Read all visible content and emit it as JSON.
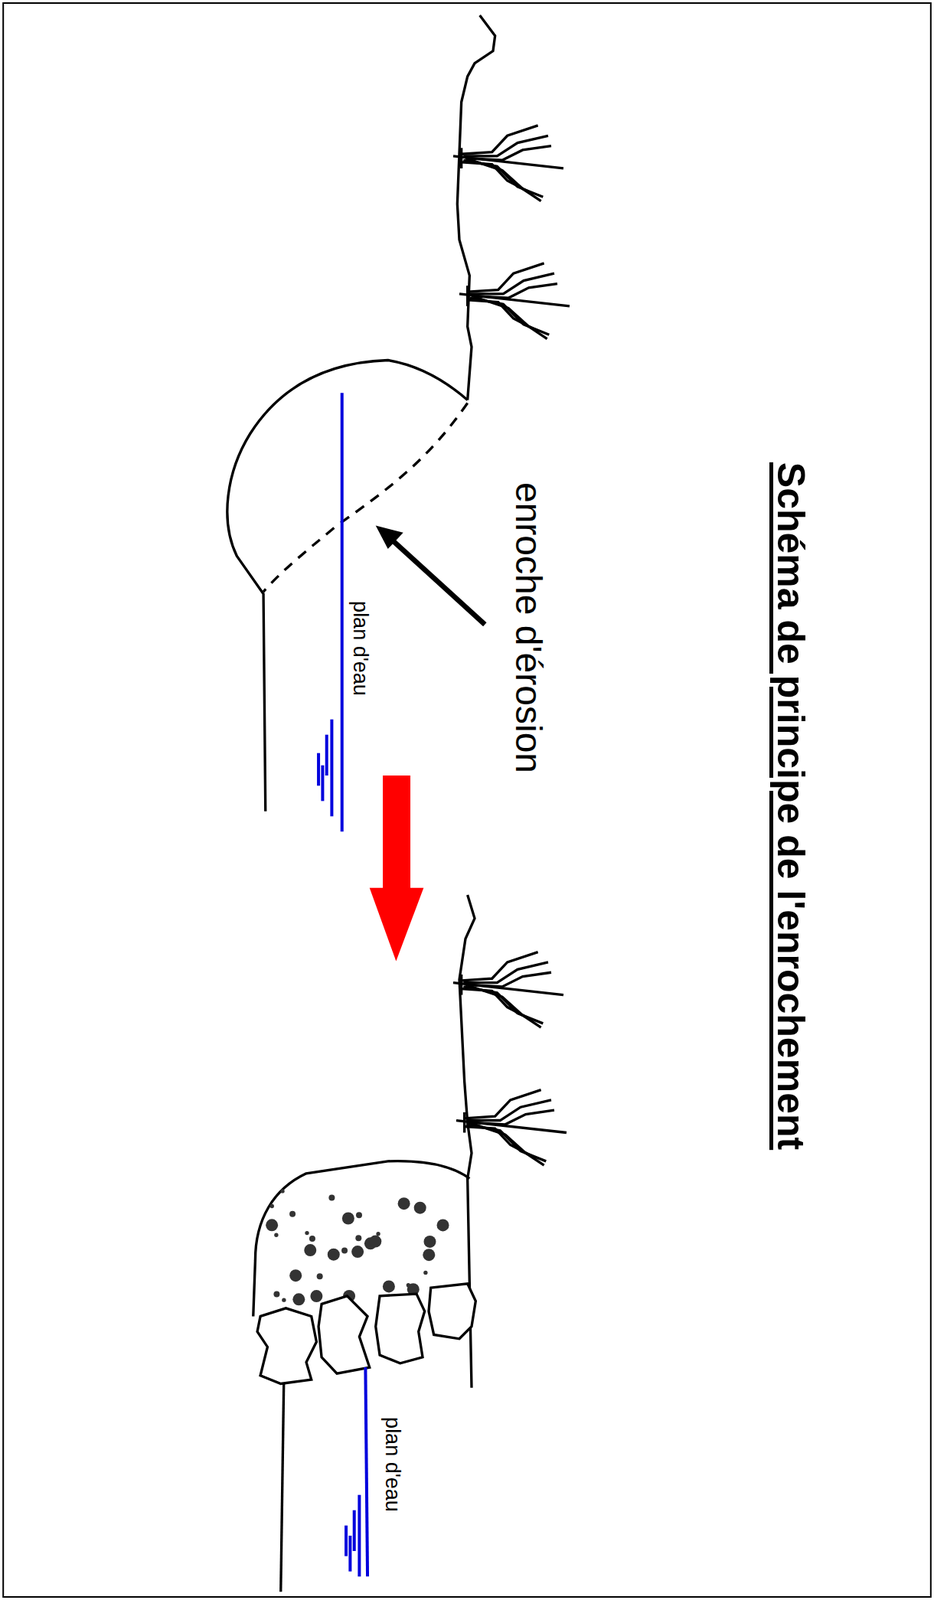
{
  "diagram": {
    "title": "Schéma de principe de l'enrochement",
    "labels": [
      "enroche d'érosion",
      "plan d'eau",
      "plan d'eau"
    ]
  }
}
